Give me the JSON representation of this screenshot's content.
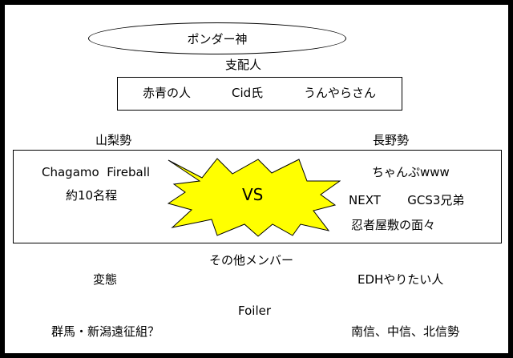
{
  "god": {
    "label": "ポンダー神"
  },
  "rulers": {
    "heading": "支配人",
    "members": [
      "赤青の人",
      "Cid氏",
      "うんやらさん"
    ]
  },
  "yamanashi": {
    "heading": "山梨勢",
    "lines": [
      "Chagamo  Fireball",
      "約10名程"
    ]
  },
  "nagano": {
    "heading": "長野勢",
    "lines": [
      "ちゃんぷwww",
      "NEXT       GCS3兄弟",
      "忍者屋敷の面々"
    ]
  },
  "versus": {
    "label": "VS",
    "burst_color": "#ffff00"
  },
  "others": {
    "heading": "その他メンバー",
    "hentai": "変態",
    "edh": "EDHやりたい人",
    "foiler": "Foiler",
    "gunma": "群馬・新潟遠征組？",
    "shinshu": "南信、中信、北信勢"
  }
}
